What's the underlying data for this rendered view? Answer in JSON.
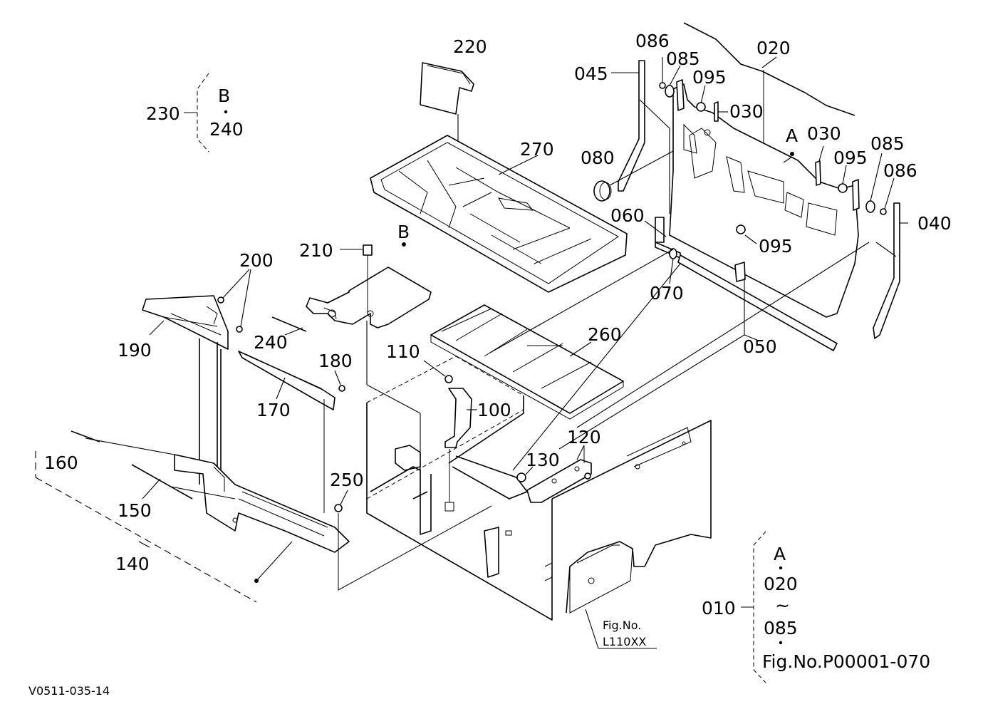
{
  "labels": {
    "p010": "010",
    "p020": "020",
    "p030a": "030",
    "p030b": "030",
    "p040": "040",
    "p045": "045",
    "p050": "050",
    "p060": "060",
    "p070": "070",
    "p080": "080",
    "p085a": "085",
    "p085b": "085",
    "p086a": "086",
    "p086b": "086",
    "p095a": "095",
    "p095b": "095",
    "p095c": "095",
    "p100": "100",
    "p110": "110",
    "p120": "120",
    "p130": "130",
    "p140": "140",
    "p150": "150",
    "p160": "160",
    "p170": "170",
    "p180": "180",
    "p190": "190",
    "p200": "200",
    "p210": "210",
    "p220": "220",
    "p230": "230",
    "p240a": "240",
    "p240b": "240",
    "p250": "250",
    "p260": "260",
    "p270": "270",
    "refA": "A",
    "refB": "B"
  },
  "set_b": {
    "letter": "B",
    "part": "240"
  },
  "set_a": {
    "letter": "A",
    "from": "020",
    "tilde": "~",
    "to": "085",
    "fig": "Fig.No.P00001-070"
  },
  "fig_ref": {
    "line1": "Fig.No.",
    "line2": "L110XX"
  },
  "diagram_code": "V0511-035-14"
}
